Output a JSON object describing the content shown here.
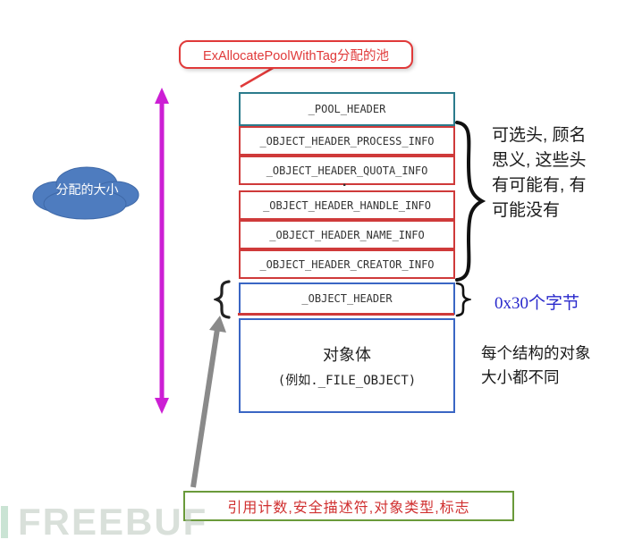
{
  "callout": {
    "label": "ExAllocatePoolWithTag分配的池"
  },
  "cloud": {
    "label": "分配的大小"
  },
  "stack": {
    "pool_header": "_POOL_HEADER",
    "optional_headers": [
      "_OBJECT_HEADER_PROCESS_INFO",
      "_OBJECT_HEADER_QUOTA_INFO",
      "_OBJECT_HEADER_HANDLE_INFO",
      "_OBJECT_HEADER_NAME_INFO",
      "_OBJECT_HEADER_CREATOR_INFO"
    ],
    "ellipsis": ".",
    "object_header": "_OBJECT_HEADER",
    "object_body": {
      "title": "对象体",
      "example": "(例如._FILE_OBJECT)"
    }
  },
  "notes": {
    "optional_headers_note": "可选头, 顾名思义, 这些头有可能有, 有可能没有",
    "object_header_size": "0x30个字节",
    "object_size_note": "每个结构的对象大小都不同",
    "object_header_contents": "引用计数,安全描述符,对象类型,标志"
  },
  "watermark": "FREEBUF",
  "colors": {
    "callout_red": "#e03a3a",
    "box_red": "#cf3a3a",
    "pool_teal": "#2b7b8c",
    "object_blue": "#3a66c4",
    "arrow_magenta": "#cc1fd4",
    "arrow_gray": "#8a8a8a",
    "cloud_blue": "#4e7cbf",
    "note_green": "#6a9a3a",
    "size_text_blue": "#2a2acc"
  }
}
